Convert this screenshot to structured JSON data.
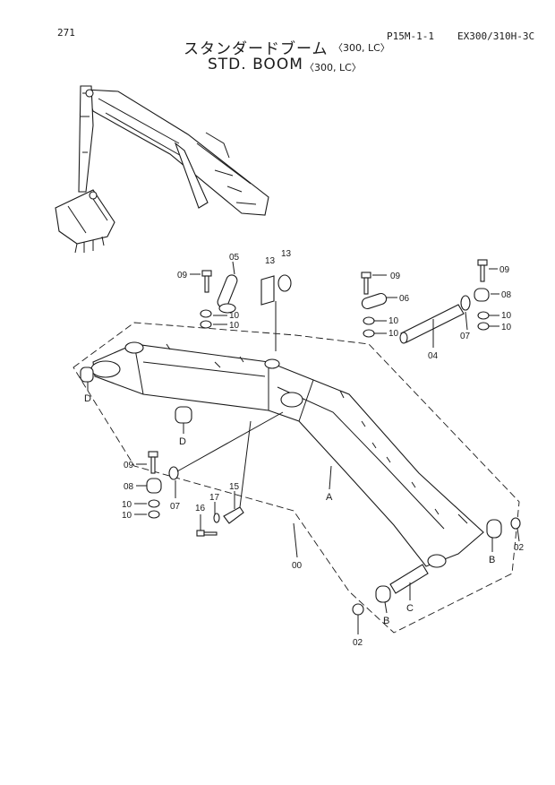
{
  "header": {
    "page_number": "271",
    "code": "P15M-1-1",
    "model": "EX300/310H-3C",
    "title_jp": "スタンダードブーム",
    "title_en": "STD. BOOM",
    "variant": "〈300, LC〉"
  },
  "callouts": [
    {
      "id": "c05",
      "text": "05"
    },
    {
      "id": "c09a",
      "text": "09"
    },
    {
      "id": "c13a",
      "text": "13"
    },
    {
      "id": "c13b",
      "text": "13"
    },
    {
      "id": "c09b",
      "text": "09"
    },
    {
      "id": "c09c",
      "text": "09"
    },
    {
      "id": "c08a",
      "text": "08"
    },
    {
      "id": "c06",
      "text": "06"
    },
    {
      "id": "c10a",
      "text": "10"
    },
    {
      "id": "c10b",
      "text": "10"
    },
    {
      "id": "c10c",
      "text": "10"
    },
    {
      "id": "c10d",
      "text": "10"
    },
    {
      "id": "c10e",
      "text": "10"
    },
    {
      "id": "c10f",
      "text": "10"
    },
    {
      "id": "c07a",
      "text": "07"
    },
    {
      "id": "c04",
      "text": "04"
    },
    {
      "id": "cDa",
      "text": "D"
    },
    {
      "id": "cDb",
      "text": "D"
    },
    {
      "id": "c09d",
      "text": "09"
    },
    {
      "id": "c08b",
      "text": "08"
    },
    {
      "id": "c07b",
      "text": "07"
    },
    {
      "id": "c10g",
      "text": "10"
    },
    {
      "id": "c10h",
      "text": "10"
    },
    {
      "id": "c16",
      "text": "16"
    },
    {
      "id": "c17",
      "text": "17"
    },
    {
      "id": "c15",
      "text": "15"
    },
    {
      "id": "cA",
      "text": "A"
    },
    {
      "id": "c00",
      "text": "00"
    },
    {
      "id": "cB1",
      "text": "B"
    },
    {
      "id": "c02a",
      "text": "02"
    },
    {
      "id": "cC",
      "text": "C"
    },
    {
      "id": "cB2",
      "text": "B"
    },
    {
      "id": "c02b",
      "text": "02"
    }
  ]
}
